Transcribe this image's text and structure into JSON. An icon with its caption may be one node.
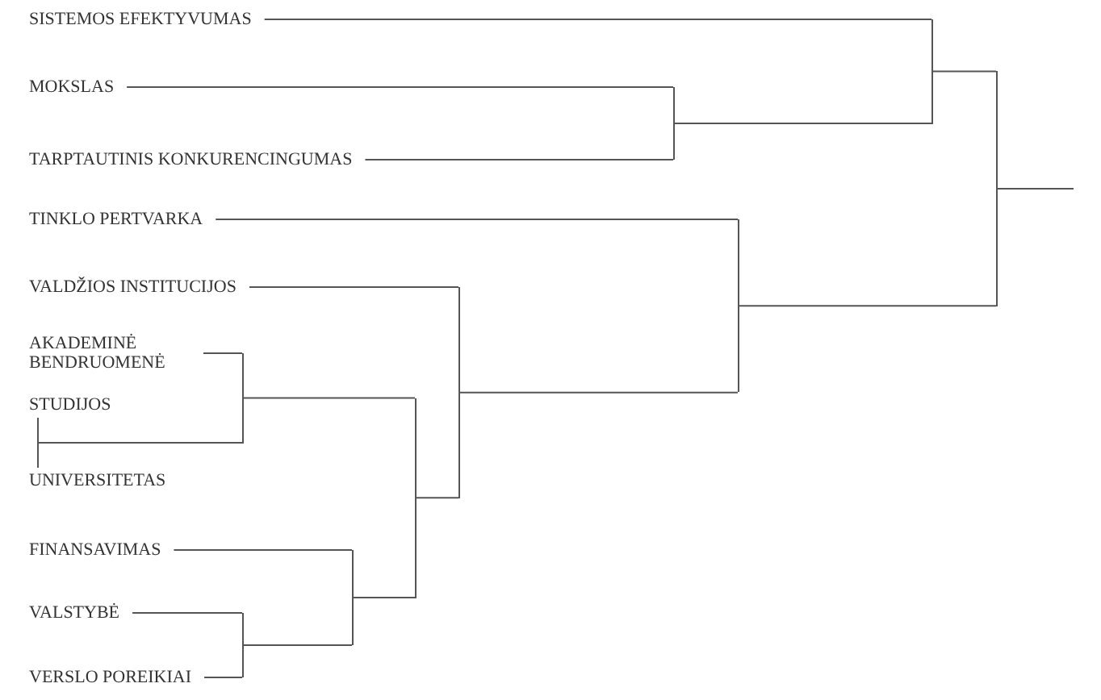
{
  "diagram": {
    "nodes": [
      {
        "text": [
          "SISTEMOS EFEKTYVUMAS"
        ]
      },
      {
        "text": [
          "MOKSLAS"
        ]
      },
      {
        "text": [
          "TARPTAUTINIS KONKURENCINGUMAS"
        ]
      },
      {
        "text": [
          "TINKLO PERTVARKA"
        ]
      },
      {
        "text": [
          "VALDŽIOS INSTITUCIJOS"
        ]
      },
      {
        "text": [
          "AKADEMINĖ BENDRUOMENĖ"
        ]
      },
      {
        "text": [
          "STUDIJOS"
        ]
      },
      {
        "text": [
          "UNIVERSITETAS"
        ]
      },
      {
        "text": [
          "FINANSAVIMAS"
        ]
      },
      {
        "text": [
          "VALSTYBĖ"
        ]
      },
      {
        "text": [
          "VERSLO POREIKIAI"
        ]
      },
      {
        "text": [],
        "shape": "bar"
      },
      {
        "text": [],
        "shape": "bar"
      },
      {
        "text": [],
        "shape": "bar"
      },
      {
        "text": [],
        "shape": "bar"
      },
      {
        "text": [],
        "shape": "bar"
      },
      {
        "text": [],
        "shape": "bar"
      },
      {
        "text": [],
        "shape": "bar"
      },
      {
        "text": [],
        "shape": "bar"
      },
      {
        "text": [],
        "shape": "bar"
      },
      {
        "text": [],
        "shape": "bar"
      }
    ],
    "edges": [
      {
        "from": 6,
        "to": 11,
        "arrow": "none"
      },
      {
        "from": 7,
        "to": 11,
        "arrow": "none"
      },
      {
        "from": 5,
        "to": 12,
        "arrow": "none"
      },
      {
        "from": 11,
        "to": 12,
        "arrow": "none"
      },
      {
        "from": 9,
        "to": 13,
        "arrow": "none"
      },
      {
        "from": 10,
        "to": 13,
        "arrow": "none"
      },
      {
        "from": 8,
        "to": 14,
        "arrow": "none"
      },
      {
        "from": 13,
        "to": 14,
        "arrow": "none"
      },
      {
        "from": 12,
        "to": 15,
        "arrow": "none"
      },
      {
        "from": 14,
        "to": 15,
        "arrow": "none"
      },
      {
        "from": 4,
        "to": 16,
        "arrow": "none"
      },
      {
        "from": 15,
        "to": 16,
        "arrow": "none"
      },
      {
        "from": 3,
        "to": 17,
        "arrow": "none"
      },
      {
        "from": 16,
        "to": 17,
        "arrow": "none"
      },
      {
        "from": 1,
        "to": 18,
        "arrow": "none"
      },
      {
        "from": 2,
        "to": 18,
        "arrow": "none"
      },
      {
        "from": 0,
        "to": 19,
        "arrow": "none"
      },
      {
        "from": 18,
        "to": 19,
        "arrow": "none"
      },
      {
        "from": 19,
        "to": 20,
        "arrow": "none"
      },
      {
        "from": 17,
        "to": 20,
        "arrow": "none"
      },
      {
        "from": 20,
        "to": null,
        "arrow": "none"
      }
    ]
  }
}
